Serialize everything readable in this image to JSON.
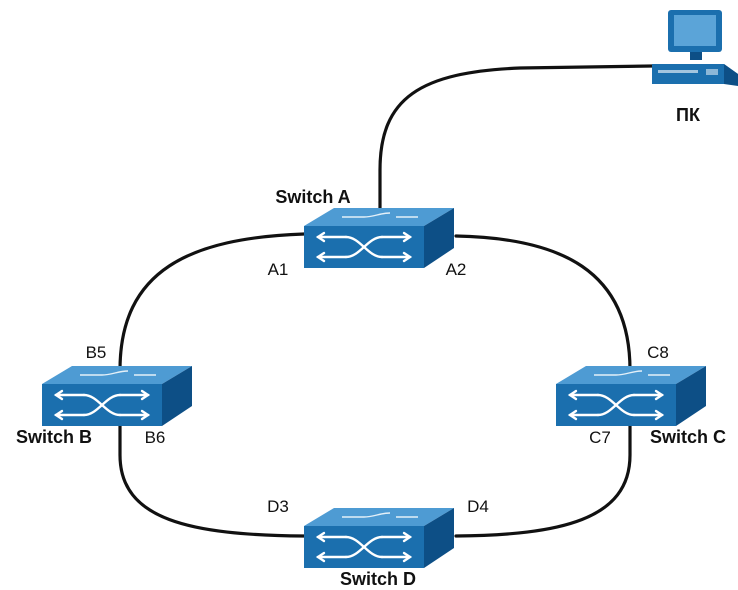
{
  "colors": {
    "switch_front": "#1b6fae",
    "switch_top": "#4e9bd3",
    "switch_side": "#0d4f86",
    "cable": "#111111",
    "pc_body": "#1b6fae",
    "pc_screen": "#7fc0ee"
  },
  "pc": {
    "label": "ПК",
    "icon": "computer-icon"
  },
  "switches": {
    "a": {
      "label": "Switch A",
      "icon": "network-switch-icon"
    },
    "b": {
      "label": "Switch B",
      "icon": "network-switch-icon"
    },
    "c": {
      "label": "Switch C",
      "icon": "network-switch-icon"
    },
    "d": {
      "label": "Switch D",
      "icon": "network-switch-icon"
    }
  },
  "ports": {
    "a1": "A1",
    "a2": "A2",
    "b5": "B5",
    "b6": "B6",
    "c7": "C7",
    "c8": "C8",
    "d3": "D3",
    "d4": "D4"
  }
}
